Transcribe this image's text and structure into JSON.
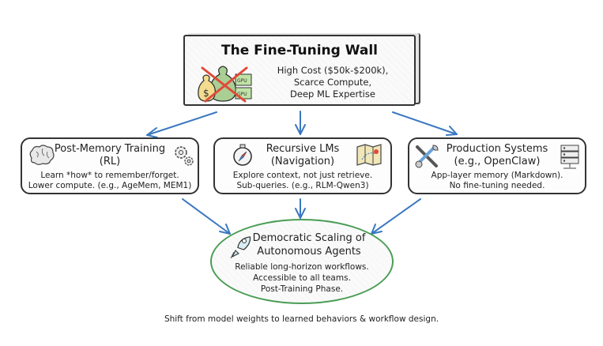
{
  "wall": {
    "title": "The Fine-Tuning Wall",
    "lines": [
      "High Cost ($50k-$200k),",
      "Scarce Compute,",
      "Deep ML Expertise"
    ],
    "icons": [
      "money-bags-icon",
      "gpu-chip-icon",
      "red-x-icon"
    ],
    "gpu_label": "GPU"
  },
  "approaches": [
    {
      "title_line1": "Post-Memory Training",
      "title_line2": "(RL)",
      "body_line1": "Learn *how* to remember/forget.",
      "body_line2": "Lower compute. (e.g., AgeMem, MEM1)",
      "icons": [
        "brain-icon",
        "gears-icon"
      ]
    },
    {
      "title_line1": "Recursive LMs",
      "title_line2": "(Navigation)",
      "body_line1": "Explore context, not just retrieve.",
      "body_line2": "Sub-queries. (e.g., RLM-Qwen3)",
      "icons": [
        "compass-icon",
        "map-icon"
      ]
    },
    {
      "title_line1": "Production Systems",
      "title_line2": "(e.g., OpenClaw)",
      "body_line1": "App-layer memory (Markdown).",
      "body_line2": "No fine-tuning needed.",
      "icons": [
        "tools-icon",
        "server-icon"
      ]
    }
  ],
  "outcome": {
    "title_line1": "Democratic Scaling of",
    "title_line2": "Autonomous Agents",
    "lines": [
      "Reliable long-horizon workflows.",
      "Accessible to all teams.",
      "Post-Training Phase."
    ],
    "icon": "rocket-icon"
  },
  "caption": "Shift from model weights to learned behaviors & workflow design.",
  "colors": {
    "arrow": "#3a78c0",
    "outcome_border": "#4a9d55",
    "cross": "#e04a3a",
    "outline": "#333333"
  }
}
